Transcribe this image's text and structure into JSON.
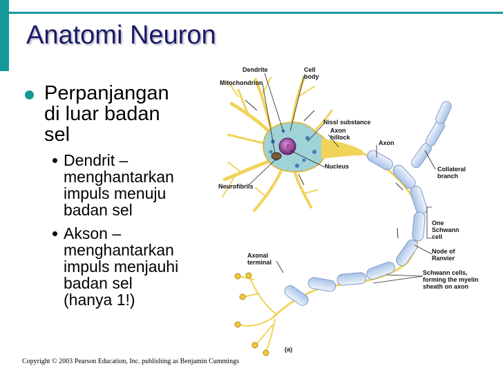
{
  "slide": {
    "title": "Anatomi Neuron",
    "bullet_1": {
      "lines": [
        "Perpanjangan",
        "di luar badan",
        "sel"
      ]
    },
    "sub_bullets": [
      {
        "lines": [
          "Dendrit –",
          "menghantarkan",
          "impuls menuju",
          "badan sel"
        ]
      },
      {
        "lines": [
          "Akson –",
          "menghantarkan",
          "impuls menjauhi",
          "badan sel",
          "(hanya 1!)"
        ]
      }
    ],
    "copyright": "Copyright © 2003 Pearson Education, Inc. publishing as Benjamin Cummings"
  },
  "diagram": {
    "labels": {
      "dendrite": "Dendrite",
      "cell_body_1": "Cell",
      "cell_body_2": "body",
      "mitochondrion": "Mitochondrion",
      "nissl": "Nissl substance",
      "axon_hillock_1": "Axon",
      "axon_hillock_2": "hillock",
      "axon": "Axon",
      "nucleus": "Nucleus",
      "collateral_1": "Collateral",
      "collateral_2": "branch",
      "neurofibrils": "Neurofibrils",
      "schwann_cell_1": "One",
      "schwann_cell_2": "Schwann",
      "schwann_cell_3": "cell",
      "node_1": "Node of",
      "node_2": "Ranvier",
      "axonal_terminal_1": "Axonal",
      "axonal_terminal_2": "terminal",
      "myelin_1": "Schwann cells,",
      "myelin_2": "forming the myelin",
      "myelin_3": "sheath on axon",
      "panel": "(a)"
    },
    "colors": {
      "accent": "#159a9c",
      "title": "#1a1a66",
      "dendrite": "#f1d35a",
      "myelin": "#c9daf3",
      "nucleus": "#8a3b8f",
      "cell_body": "#9fd3d8"
    }
  }
}
